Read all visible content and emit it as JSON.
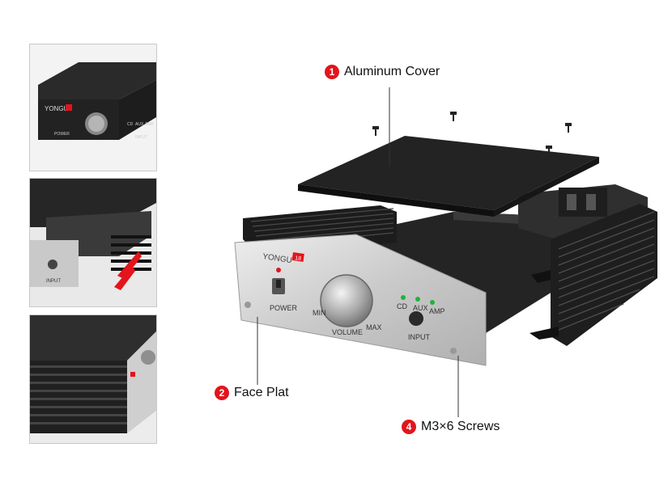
{
  "brand": {
    "name": "YONGU",
    "badge": "18"
  },
  "panel": {
    "power_label": "POWER",
    "volume_label": "VOLUME",
    "min_label": "MIN",
    "max_label": "MAX",
    "input_label": "INPUT",
    "sources": [
      "CD",
      "AUX",
      "AMP"
    ]
  },
  "callouts": [
    {
      "number": "1",
      "label": "Aluminum Cover"
    },
    {
      "number": "2",
      "label": "Face Plat"
    },
    {
      "number": "4",
      "label": "M3×6 Screws"
    }
  ],
  "colors": {
    "accent_red": "#e3141b",
    "led_green": "#1fb43c",
    "chassis_black": "#1b1b1b",
    "panel_silver": "#d6d6d6"
  }
}
